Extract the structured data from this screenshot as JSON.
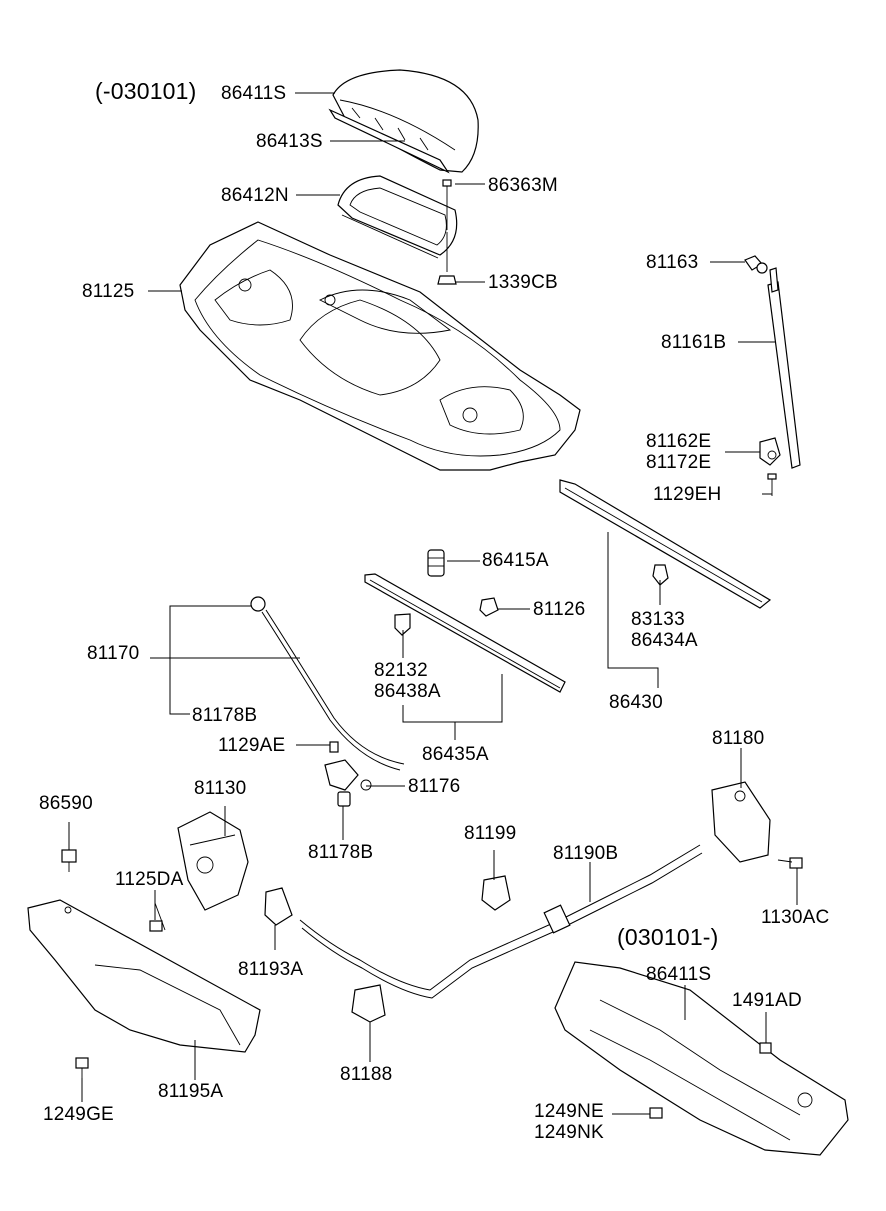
{
  "variants": {
    "before": "(-030101)",
    "after": "(030101-)"
  },
  "labels": {
    "p86411S_top": "86411S",
    "p86413S": "86413S",
    "p86412N": "86412N",
    "p86363M": "86363M",
    "p81125": "81125",
    "p1339CB": "1339CB",
    "p81163": "81163",
    "p81161B": "81161B",
    "p81162E": "81162E",
    "p81172E": "81172E",
    "p1129EH": "1129EH",
    "p86415A": "86415A",
    "p81126": "81126",
    "p83133": "83133",
    "p86434A": "86434A",
    "p86430": "86430",
    "p81170": "81170",
    "p82132": "82132",
    "p86438A": "86438A",
    "p81178B_upper": "81178B",
    "p86435A": "86435A",
    "p1129AE": "1129AE",
    "p81176": "81176",
    "p81180": "81180",
    "p86590": "86590",
    "p81130": "81130",
    "p81178B_lower": "81178B",
    "p81199": "81199",
    "p81190B": "81190B",
    "p1125DA": "1125DA",
    "p1130AC": "1130AC",
    "p81193A": "81193A",
    "p86411S_bottom": "86411S",
    "p1491AD": "1491AD",
    "p81188": "81188",
    "p81195A": "81195A",
    "p1249GE": "1249GE",
    "p1249NE": "1249NE",
    "p1249NK": "1249NK"
  }
}
